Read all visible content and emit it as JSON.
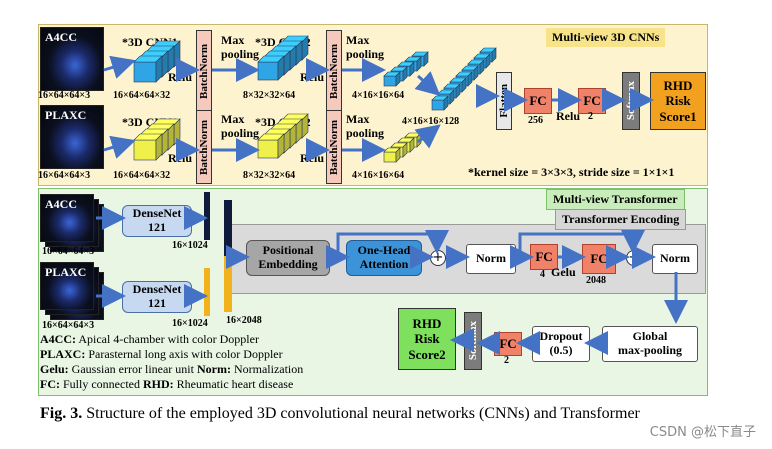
{
  "top": {
    "title": "Multi-view 3D CNNs",
    "row1_image_label": "A4CC",
    "row2_image_label": "PLAXC",
    "input_dims": "16×64×64×3",
    "cnn1_label": "*3D CNN1",
    "cnn2_label": "*3D CNN2",
    "batchnorm_label": "BatchNorm",
    "maxpool_label": "Max\npooling",
    "relu_label": "Relu",
    "dim_after_cnn1": "16×64×64×32",
    "dim_after_cnn2": "8×32×32×64",
    "dim_after_pool2": "4×16×16×64",
    "dim_concat": "4×16×16×128",
    "flatten_label": "Flatten",
    "fc_label": "FC",
    "fc1_units": "256",
    "fc2_units": "2",
    "softmax_label": "Softmax",
    "score1_label": "RHD\nRisk\nScore1",
    "kernel_note": "*kernel size = 3×3×3, stride size = 1×1×1"
  },
  "bottom": {
    "title": "Multi-view Transformer",
    "encoding_title": "Transformer Encoding",
    "image1_label": "A4CC",
    "image2_label": "PLAXC",
    "input_dims": "16×64×64×3",
    "densenet_label": "DenseNet\n121",
    "densenet_out": "16×1024",
    "concat_dims": "16×2048",
    "positional_label": "Positional\nEmbedding",
    "attention_label": "One-Head\nAttention",
    "norm_label": "Norm",
    "fc_label": "FC",
    "fc_a_units": "4",
    "gelu_label": "Gelu",
    "fc_b_units": "2048",
    "global_pool_label": "Global\nmax-pooling",
    "dropout_label": "Dropout\n(0.5)",
    "fc_c_units": "2",
    "softmax_label": "Softmax",
    "score2_label": "RHD\nRisk\nScore2",
    "legend": [
      {
        "key": "A4CC:",
        "text": " Apical 4-chamber with color Doppler"
      },
      {
        "key": "PLAXC:",
        "text": " Parasternal long axis with color Doppler"
      },
      {
        "key": "Gelu:",
        "text": " Gaussian error linear unit "
      },
      {
        "key": "FC:",
        "text": " Fully connected "
      }
    ],
    "legend_extra": [
      {
        "key": "Norm:",
        "text": " Normalization"
      },
      {
        "key": "RHD:",
        "text": " Rheumatic heart disease"
      }
    ]
  },
  "caption": {
    "fig": "Fig. 3.",
    "text": "  Structure of the employed 3D convolutional neural networks (CNNs) and Transformer"
  },
  "watermark": "CSDN @松下直子",
  "colors": {
    "top_panel": "#fdf3cf",
    "bottom_panel": "#e9f6e4",
    "encoding_panel": "#dadada",
    "cube_blue": "#2fa5e6",
    "cube_yellow": "#f0f04a",
    "fc": "#f0826a",
    "score1": "#f2a11f",
    "score2": "#7ee05c",
    "arrow": "#4472c4"
  }
}
